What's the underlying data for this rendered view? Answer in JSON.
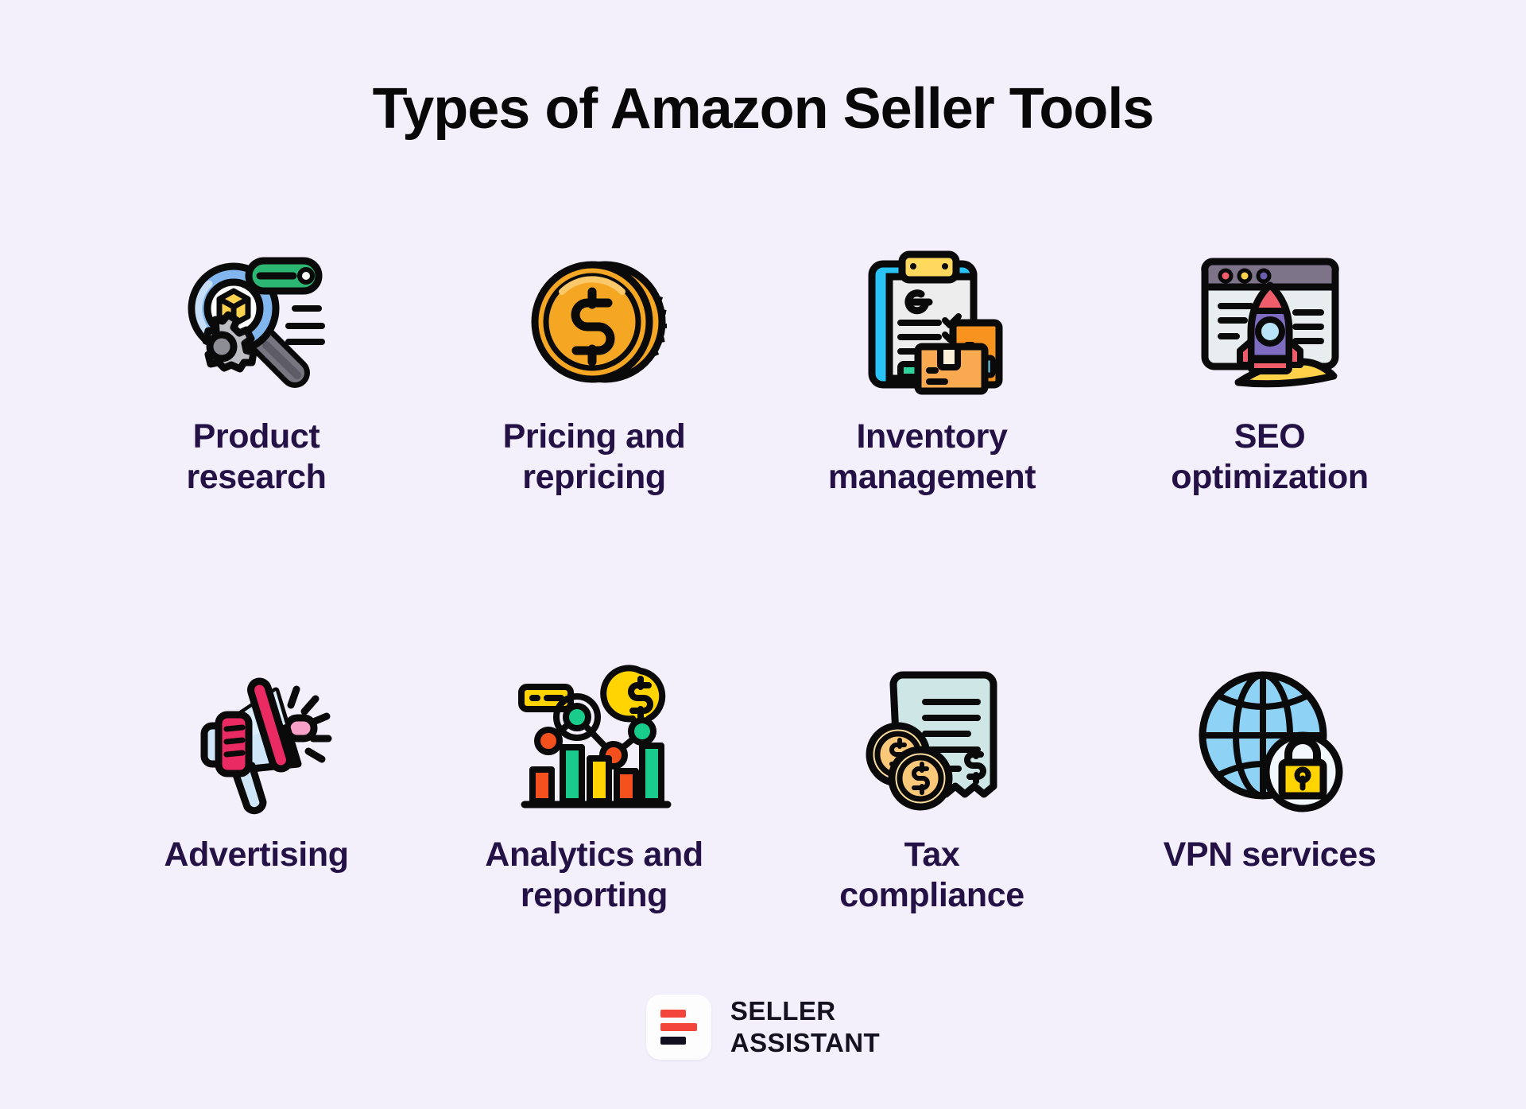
{
  "page": {
    "title": "Types of Amazon Seller Tools",
    "background_color": "#f3f0fc",
    "title_color": "#080808",
    "label_color": "#241246"
  },
  "items": [
    {
      "id": "product-research",
      "label": "Product\nresearch",
      "icon": "magnifier-cube-gear-icon"
    },
    {
      "id": "pricing-repricing",
      "label": "Pricing and\nrepricing",
      "icon": "dollar-coin-icon"
    },
    {
      "id": "inventory-management",
      "label": "Inventory\nmanagement",
      "icon": "clipboard-boxes-icon"
    },
    {
      "id": "seo-optimization",
      "label": "SEO\noptimization",
      "icon": "browser-rocket-icon"
    },
    {
      "id": "advertising",
      "label": "Advertising",
      "icon": "megaphone-icon"
    },
    {
      "id": "analytics-reporting",
      "label": "Analytics and\nreporting",
      "icon": "bar-chart-dollar-icon"
    },
    {
      "id": "tax-compliance",
      "label": "Tax\ncompliance",
      "icon": "receipt-coins-icon"
    },
    {
      "id": "vpn-services",
      "label": "VPN services",
      "icon": "globe-lock-icon"
    }
  ],
  "brand": {
    "line1": "SELLER",
    "line2": "ASSISTANT",
    "mark_colors": [
      "#f4453c",
      "#f4453c",
      "#12101f"
    ]
  }
}
